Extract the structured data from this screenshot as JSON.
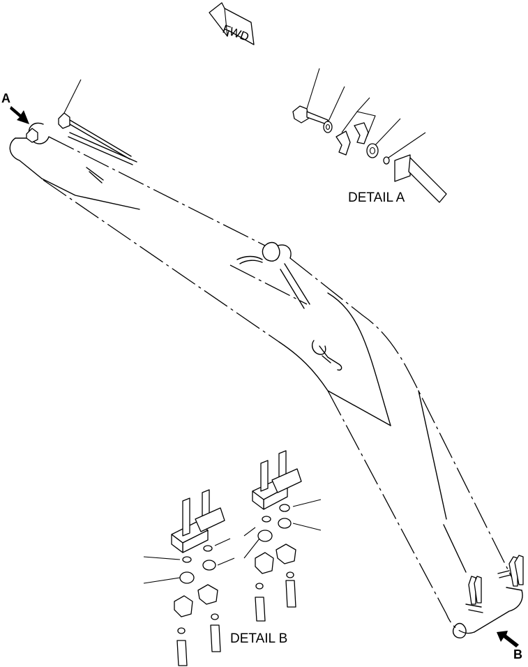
{
  "labels": {
    "fwd": "FWD",
    "detail_a": "DETAIL A",
    "detail_b": "DETAIL B",
    "view_a": "A",
    "view_b": "B"
  }
}
